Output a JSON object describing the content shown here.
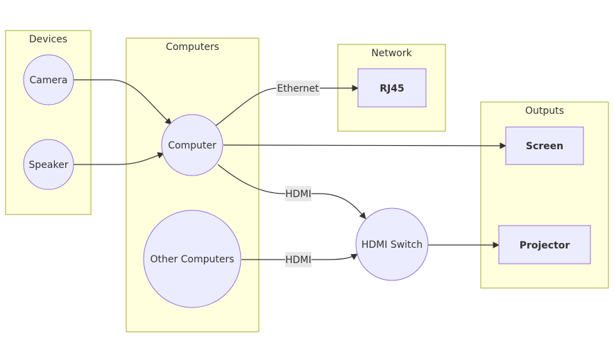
{
  "clusters": {
    "devices": "Devices",
    "computers": "Computers",
    "network": "Network",
    "outputs": "Outputs"
  },
  "nodes": {
    "camera": "Camera",
    "speaker": "Speaker",
    "computer": "Computer",
    "other_computers": "Other Computers",
    "rj45": "RJ45",
    "hdmi_switch": "HDMI Switch",
    "screen": "Screen",
    "projector": "Projector"
  },
  "edge_labels": {
    "ethernet": "Ethernet",
    "hdmi_1": "HDMI",
    "hdmi_2": "HDMI"
  },
  "colors": {
    "cluster_fill": "#ffffde",
    "cluster_stroke": "#aaaa33",
    "node_fill": "#ececff",
    "node_stroke": "#9370db",
    "edge": "#333333",
    "edge_label_bg": "#e8e8e8"
  }
}
